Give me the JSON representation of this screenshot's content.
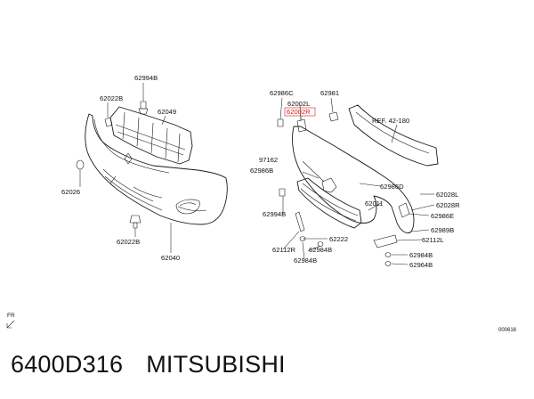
{
  "diagram": {
    "parts_left": {
      "p62994B": "62994B",
      "p62022B_top": "62022B",
      "p62049": "62049",
      "p62026": "62026",
      "p62022B_bottom": "62022B",
      "p62040": "62040"
    },
    "parts_right": {
      "p62986C": "62986C",
      "p62981": "62981",
      "p62002L": "62002L",
      "p62002R": "62002R",
      "ref": "REF. 42-180",
      "p97162": "97162",
      "p62986B": "62986B",
      "p62986D": "62986D",
      "p62028L": "62028L",
      "p62011": "62011",
      "p62028R": "62028R",
      "p62994B": "62994B",
      "p62986E": "62986E",
      "p62989B": "62989B",
      "p62222": "62222",
      "p62112L": "62112L",
      "p62112R": "62112R",
      "p62984B_a": "62984B",
      "p62984B_b": "62984B",
      "p62984B_c": "62984B",
      "p62964B": "62964B"
    },
    "front_indicator": "FR",
    "drawing_code": "000616",
    "highlight_color": "#d01818"
  },
  "caption": {
    "part_number": "6400D316",
    "brand": "MITSUBISHI"
  }
}
